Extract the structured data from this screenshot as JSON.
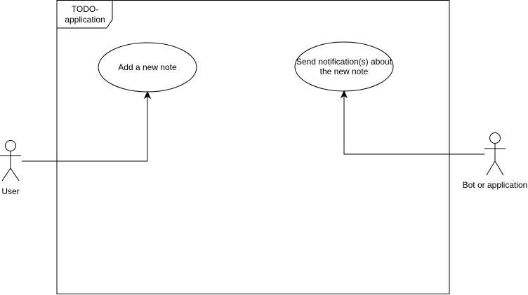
{
  "frame": {
    "title_lines": [
      "TODO-",
      "application"
    ]
  },
  "use_cases": [
    {
      "id": "add-note",
      "lines": [
        "Add a new note"
      ]
    },
    {
      "id": "send-notification",
      "lines": [
        "Send notification(s) about",
        "the new note"
      ]
    }
  ],
  "actors": [
    {
      "id": "user",
      "label": "User"
    },
    {
      "id": "bot",
      "label": "Bot or application"
    }
  ],
  "colors": {
    "stroke": "#000000",
    "background": "#ffffff"
  }
}
